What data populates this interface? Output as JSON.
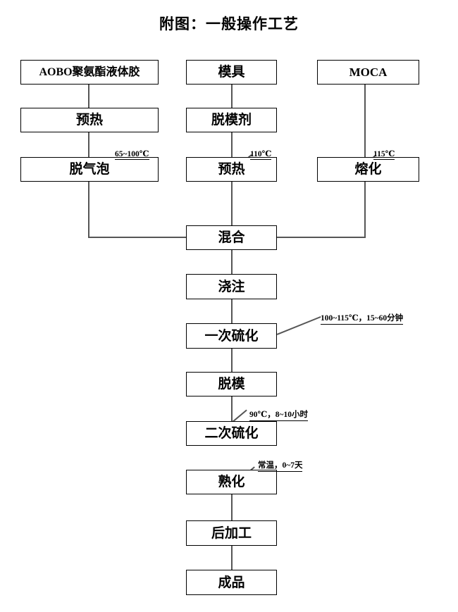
{
  "title": "附图：一般操作工艺",
  "diagram": {
    "type": "process-flowchart",
    "nodes": [
      {
        "id": "aobo",
        "label": "AOBO聚氨酯液体胶",
        "column": "left",
        "row": 1
      },
      {
        "id": "preheat1",
        "label": "预热",
        "column": "left",
        "row": 2
      },
      {
        "id": "degas",
        "label": "脱气泡",
        "column": "left",
        "row": 3
      },
      {
        "id": "mold",
        "label": "模具",
        "column": "middle",
        "row": 1
      },
      {
        "id": "release",
        "label": "脱模剂",
        "column": "middle",
        "row": 2
      },
      {
        "id": "preheat2",
        "label": "预热",
        "column": "middle",
        "row": 3
      },
      {
        "id": "moca",
        "label": "MOCA",
        "column": "right",
        "row": 1
      },
      {
        "id": "melt",
        "label": "熔化",
        "column": "right",
        "row": 3
      },
      {
        "id": "mix",
        "label": "混合",
        "column": "middle",
        "row": 4
      },
      {
        "id": "pour",
        "label": "浇注",
        "column": "middle",
        "row": 5
      },
      {
        "id": "cure1",
        "label": "一次硫化",
        "column": "middle",
        "row": 6
      },
      {
        "id": "demold",
        "label": "脱模",
        "column": "middle",
        "row": 7
      },
      {
        "id": "cure2",
        "label": "二次硫化",
        "column": "middle",
        "row": 8
      },
      {
        "id": "ripen",
        "label": "熟化",
        "column": "middle",
        "row": 9
      },
      {
        "id": "postproc",
        "label": "后加工",
        "column": "middle",
        "row": 10
      },
      {
        "id": "product",
        "label": "成品",
        "column": "middle",
        "row": 11
      }
    ],
    "annotations": [
      {
        "id": "ann-degas",
        "target": "degas",
        "text": "65~100℃"
      },
      {
        "id": "ann-pre2",
        "target": "preheat2",
        "text": "110℃"
      },
      {
        "id": "ann-melt",
        "target": "melt",
        "text": "115℃"
      },
      {
        "id": "ann-cure1",
        "target": "cure1",
        "text": "100~115℃，15~60分钟"
      },
      {
        "id": "ann-cure2",
        "target": "cure2",
        "text": "90℃，8~10小时"
      },
      {
        "id": "ann-ripen",
        "target": "ripen",
        "text": "常温，0~7天"
      }
    ],
    "edges": [
      {
        "from": "aobo",
        "to": "preheat1"
      },
      {
        "from": "preheat1",
        "to": "degas"
      },
      {
        "from": "mold",
        "to": "release"
      },
      {
        "from": "release",
        "to": "preheat2"
      },
      {
        "from": "moca",
        "to": "melt"
      },
      {
        "from": "degas",
        "to": "mix"
      },
      {
        "from": "preheat2",
        "to": "mix"
      },
      {
        "from": "melt",
        "to": "mix"
      },
      {
        "from": "mix",
        "to": "pour"
      },
      {
        "from": "pour",
        "to": "cure1"
      },
      {
        "from": "cure1",
        "to": "demold"
      },
      {
        "from": "demold",
        "to": "cure2"
      },
      {
        "from": "ripen",
        "to": "postproc"
      },
      {
        "from": "postproc",
        "to": "product"
      }
    ],
    "colors": {
      "box_border": "#000000",
      "connector": "#555555",
      "text": "#000000",
      "background": "#ffffff"
    }
  }
}
